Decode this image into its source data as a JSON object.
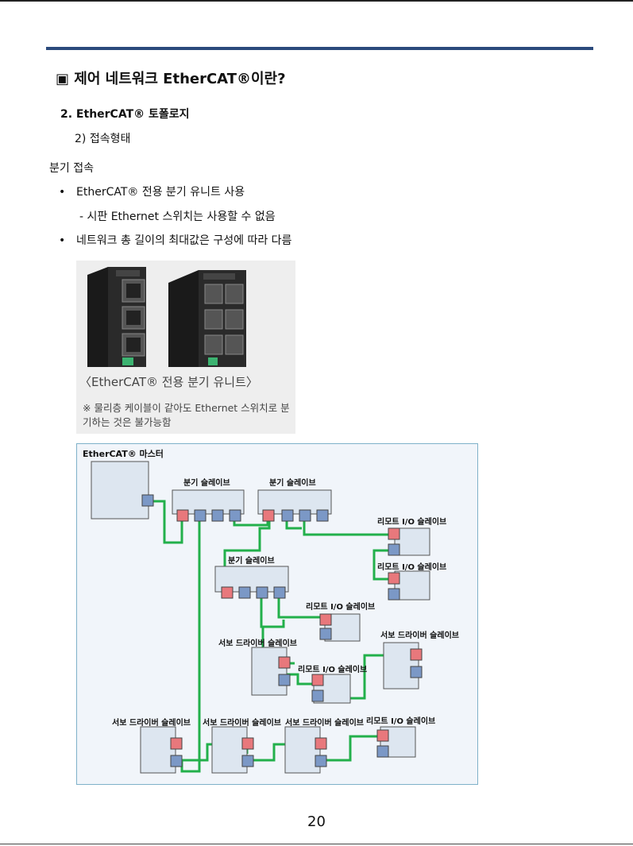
{
  "heading": "▣  제어 네트워크 EtherCAT®이란?",
  "section_title": "2. EtherCAT® 토폴로지",
  "subsection": "2) 접속형태",
  "topic": "분기 접속",
  "bullets": [
    "EtherCAT® 전용 분기 유니트 사용",
    "네트워크 총 길이의 최대값은 구성에 따라 다름"
  ],
  "bullet_marker": "•",
  "dash_item": "- 시판 Ethernet 스위치는 사용할 수 없음",
  "photo": {
    "caption": "〈EtherCAT® 전용 분기 유니트〉",
    "note": "※ 물리층 케이블이 같아도 Ethernet 스위치로 분기하는 것은 불가능함"
  },
  "diagram": {
    "master": "EtherCAT® 마스터",
    "branch1": "분기 슬레이브",
    "branch2": "분기 슬레이브",
    "branch3": "분기 슬레이브",
    "remote1": "리모트 I/O 슬레이브",
    "remote2": "리모트 I/O 슬레이브",
    "remote3": "리모트 I/O 슬레이브",
    "remote4": "리모트 I/O 슬레이브",
    "remote5": "리모트 I/O 슬레이브",
    "servo1": "서보 드라이버 슬레이브",
    "servo2": "서보 드라이버 슬레이브",
    "servo3": "서보 드라이버 슬레이브",
    "servo4": "서보 드라이버 슬레이브",
    "servo5": "서보 드라이버 슬레이브",
    "colors": {
      "box": "#dde6f0",
      "port_in": "#e8787c",
      "port_out": "#7b98c6",
      "cable": "#22b04b",
      "frame": "#7fb1c9"
    }
  },
  "page_number": "20"
}
